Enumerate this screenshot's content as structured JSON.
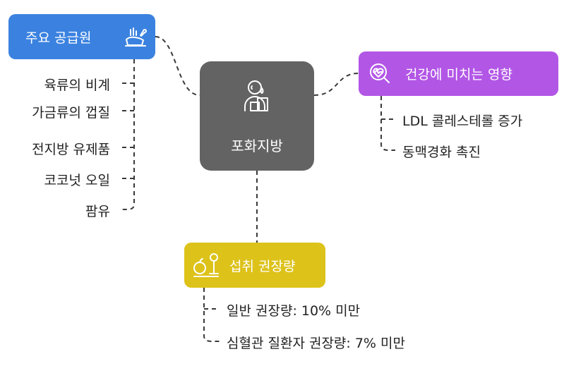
{
  "center": {
    "label": "포화지방"
  },
  "sources": {
    "title": "주요 공급원",
    "items": [
      "육류의 비계",
      "가금류의 껍질",
      "전지방 유제품",
      "코코넛 오일",
      "팜유"
    ]
  },
  "health": {
    "title": "건강에 미치는 영향",
    "items": [
      "LDL 콜레스테롤 증가",
      "동맥경화 촉진"
    ]
  },
  "intake": {
    "title": "섭취 권장량",
    "items": [
      "일반 권장량: 10% 미만",
      "심혈관 질환자 권장량: 7% 미만"
    ]
  },
  "colors": {
    "center": "#636363",
    "sources": "#3b82e0",
    "health": "#b256e6",
    "intake": "#ddc21a",
    "connector": "#3a3a3a"
  },
  "icons": {
    "center": "person-sweating-icon",
    "sources": "poultry-icon",
    "health": "heart-rate-magnifier-icon",
    "intake": "scale-apple-icon"
  }
}
